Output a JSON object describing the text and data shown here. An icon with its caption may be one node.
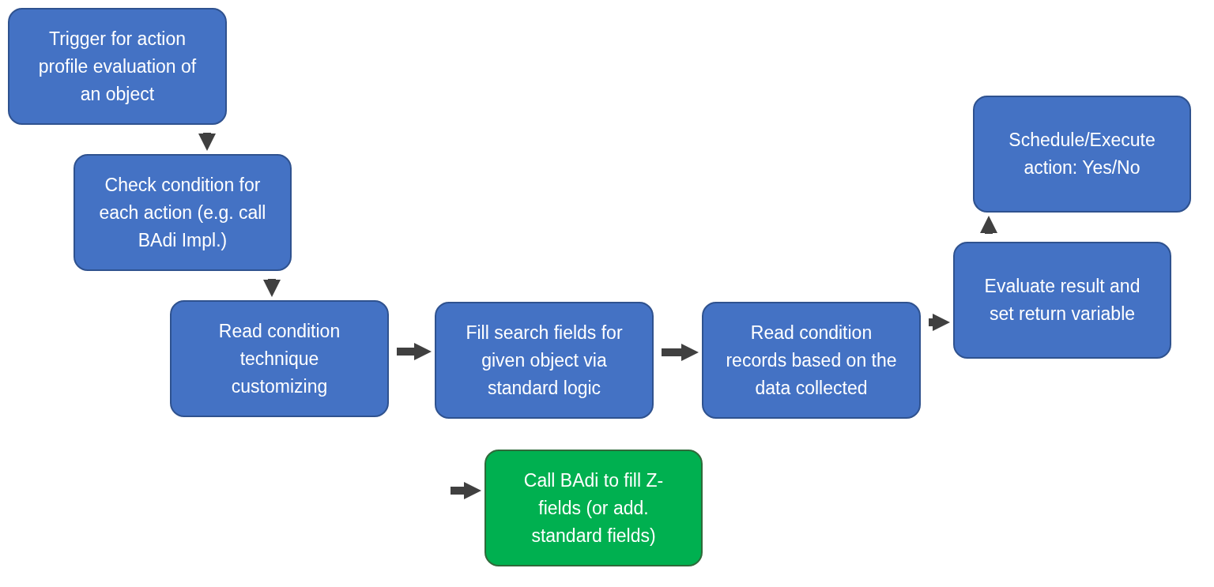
{
  "diagram": {
    "nodes": [
      {
        "text": [
          "Trigger for action profile evaluation of an object"
        ]
      },
      {
        "text": [
          "Check condition for each action (e.g. call BAdi Impl.)"
        ]
      },
      {
        "text": [
          "Read condition technique customizing"
        ]
      },
      {
        "text": [
          "Fill search fields for given object via standard logic"
        ]
      },
      {
        "text": [
          "Read condition records based on the data collected"
        ]
      },
      {
        "text": [
          "Evaluate result and set return variable"
        ]
      },
      {
        "text": [
          "Schedule/Execute action: Yes/No"
        ]
      },
      {
        "text": [
          "Call BAdi to fill Z-fields (or add. standard fields)"
        ]
      }
    ],
    "edges": [
      {
        "from": 0,
        "to": 1,
        "arrow": "to"
      },
      {
        "from": 1,
        "to": 2,
        "arrow": "to"
      },
      {
        "from": 2,
        "to": 3,
        "arrow": "to"
      },
      {
        "from": 3,
        "to": 4,
        "arrow": "to"
      },
      {
        "from": 4,
        "to": 5,
        "arrow": "to"
      },
      {
        "from": 5,
        "to": 6,
        "arrow": "to"
      },
      {
        "from": null,
        "to": 7,
        "arrow": "to"
      }
    ]
  }
}
